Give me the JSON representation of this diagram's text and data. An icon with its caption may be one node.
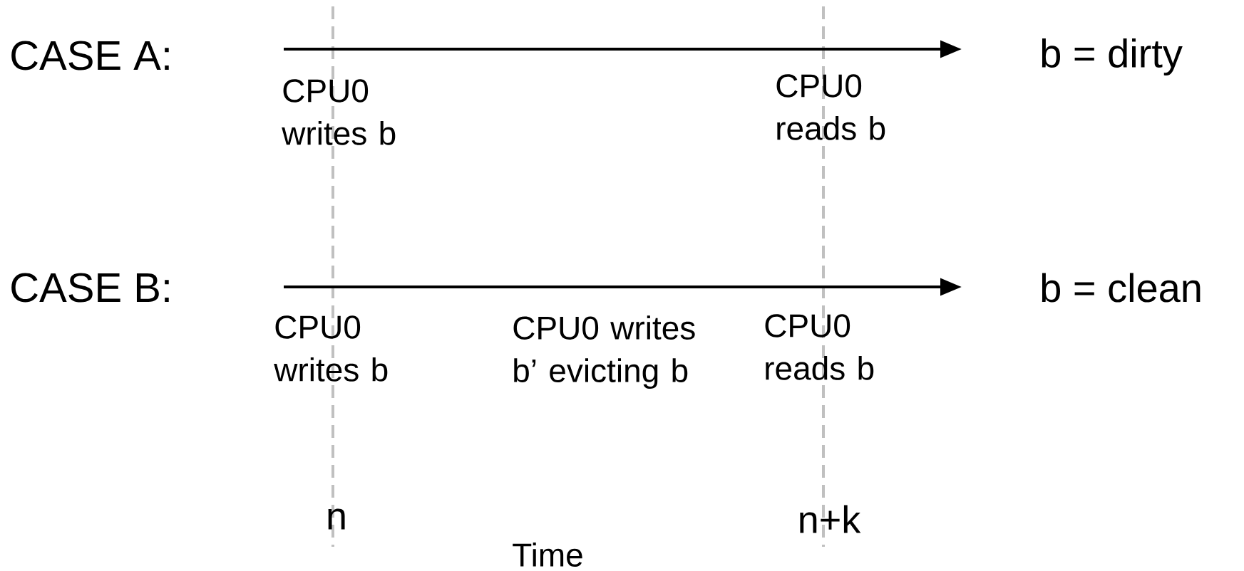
{
  "diagram": {
    "labels": [
      "CASE A:",
      "b = dirty",
      "CPU0 writes b",
      "CPU0 reads b",
      "CASE B:",
      "b = clean",
      "CPU0 writes b",
      "CPU0 writes b’ evicting b",
      "CPU0 reads b",
      "n",
      "n+k",
      "Time"
    ]
  }
}
